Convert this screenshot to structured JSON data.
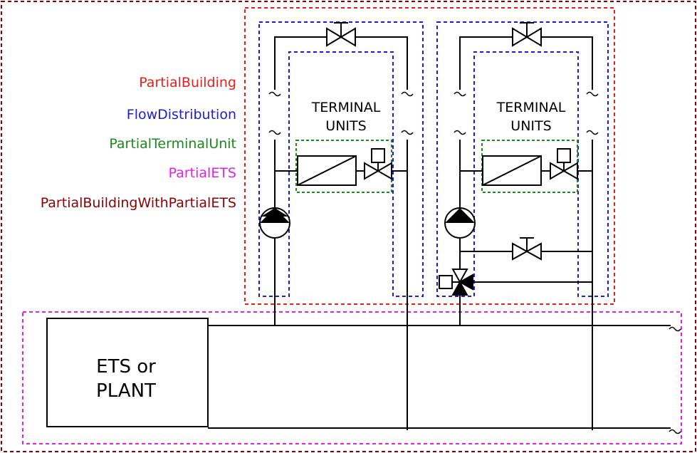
{
  "legend": {
    "partial_building": "PartialBuilding",
    "flow_distribution": "FlowDistribution",
    "partial_terminal_unit": "PartialTerminalUnit",
    "partial_ets": "PartialETS",
    "partial_building_with_partial_ets": "PartialBuildingWithPartialETS"
  },
  "terminal_units_left": {
    "line1": "TERMINAL",
    "line2": "UNITS"
  },
  "terminal_units_right": {
    "line1": "TERMINAL",
    "line2": "UNITS"
  },
  "ets_box": {
    "line1": "ETS or",
    "line2": "PLANT"
  },
  "colors": {
    "partial_building": "#e8201c",
    "flow_distribution": "#1c1ce0",
    "partial_terminal_unit": "#1a8a1a",
    "partial_ets": "#e020e0",
    "partial_building_with_partial_ets": "#8b0000"
  }
}
